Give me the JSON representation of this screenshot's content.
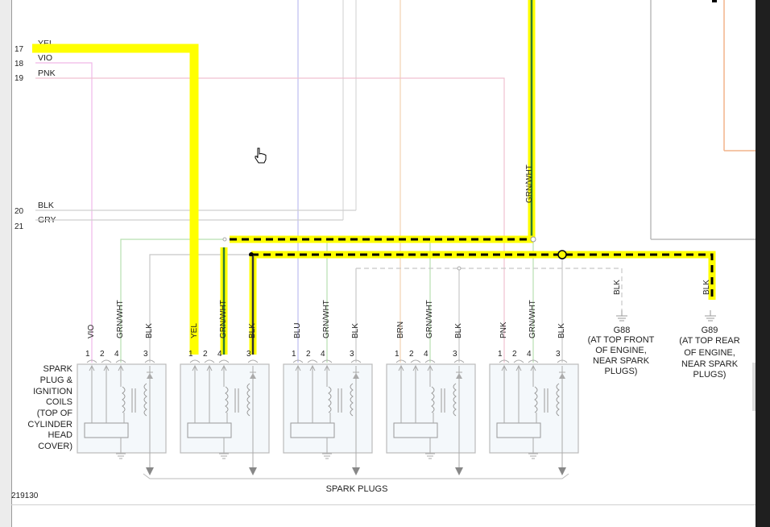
{
  "diagram_id": "219130",
  "left_connector": {
    "pins": [
      {
        "num": "17",
        "color": "YEL"
      },
      {
        "num": "18",
        "color": "VIO"
      },
      {
        "num": "19",
        "color": "PNK"
      },
      {
        "num": "20",
        "color": "BLK"
      },
      {
        "num": "21",
        "color": "GRY"
      }
    ]
  },
  "vertical_wire_label": "GRN/WHT",
  "coils_caption": [
    "SPARK",
    "PLUG &",
    "IGNITION",
    "COILS",
    "(TOP OF",
    "CYLINDER",
    "HEAD",
    "COVER)"
  ],
  "coils": [
    {
      "pins": [
        "1",
        "2",
        "4",
        "3"
      ],
      "wires": [
        "VIO",
        "",
        "GRN/WHT",
        "BLK"
      ]
    },
    {
      "pins": [
        "1",
        "2",
        "4",
        "3"
      ],
      "wires": [
        "YEL",
        "",
        "GRN/WHT",
        "BLK"
      ]
    },
    {
      "pins": [
        "1",
        "2",
        "4",
        "3"
      ],
      "wires": [
        "BLU",
        "",
        "GRN/WHT",
        "BLK"
      ]
    },
    {
      "pins": [
        "1",
        "2",
        "4",
        "3"
      ],
      "wires": [
        "BRN",
        "",
        "GRN/WHT",
        "BLK"
      ]
    },
    {
      "pins": [
        "1",
        "2",
        "4",
        "3"
      ],
      "wires": [
        "PNK",
        "",
        "GRN/WHT",
        "BLK"
      ]
    }
  ],
  "grounds": [
    {
      "wire": "BLK",
      "id": "G88",
      "desc": [
        "(AT TOP FRONT",
        "OF ENGINE,",
        "NEAR SPARK",
        "PLUGS)"
      ]
    },
    {
      "wire": "BLK",
      "id": "G89",
      "desc": [
        "(AT TOP REAR",
        "OF ENGINE,",
        "NEAR SPARK",
        "PLUGS)"
      ]
    }
  ],
  "spark_plugs_label": "SPARK PLUGS",
  "colors": {
    "highlight": "#ffff00",
    "wire_grn": "#2e7d32",
    "wire_blk": "#000000"
  }
}
